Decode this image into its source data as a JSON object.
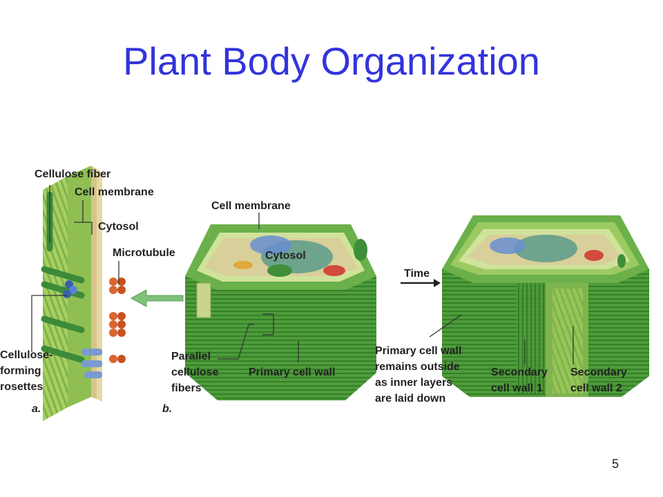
{
  "slide": {
    "title": "Plant Body Organization",
    "page_number": "5"
  },
  "panel_a": {
    "letter": "a.",
    "cellulose_fiber": "Cellulose fiber",
    "cell_membrane": "Cell membrane",
    "cytosol": "Cytosol",
    "microtubule": "Microtubule",
    "rosettes_line1": "Cellulose-",
    "rosettes_line2": "forming",
    "rosettes_line3": "rosettes"
  },
  "panel_b": {
    "letter": "b.",
    "cell_membrane": "Cell membrane",
    "cytosol": "Cytosol",
    "parallel_line1": "Parallel",
    "parallel_line2": "cellulose",
    "parallel_line3": "fibers",
    "primary_wall": "Primary cell wall"
  },
  "panel_c": {
    "time": "Time",
    "remains_line1": "Primary cell wall",
    "remains_line2": "remains outside",
    "remains_line3": "as inner layers",
    "remains_line4": "are laid down",
    "secondary1_line1": "Secondary",
    "secondary1_line2": "cell wall 1",
    "secondary2_line1": "Secondary",
    "secondary2_line2": "cell wall 2"
  },
  "colors": {
    "title": "#3333dd",
    "wall_green": "#4e9a3a",
    "wall_light": "#a9cf6a",
    "cytoplasm": "#d8cf9a",
    "vacuole": "#6ea38d"
  }
}
